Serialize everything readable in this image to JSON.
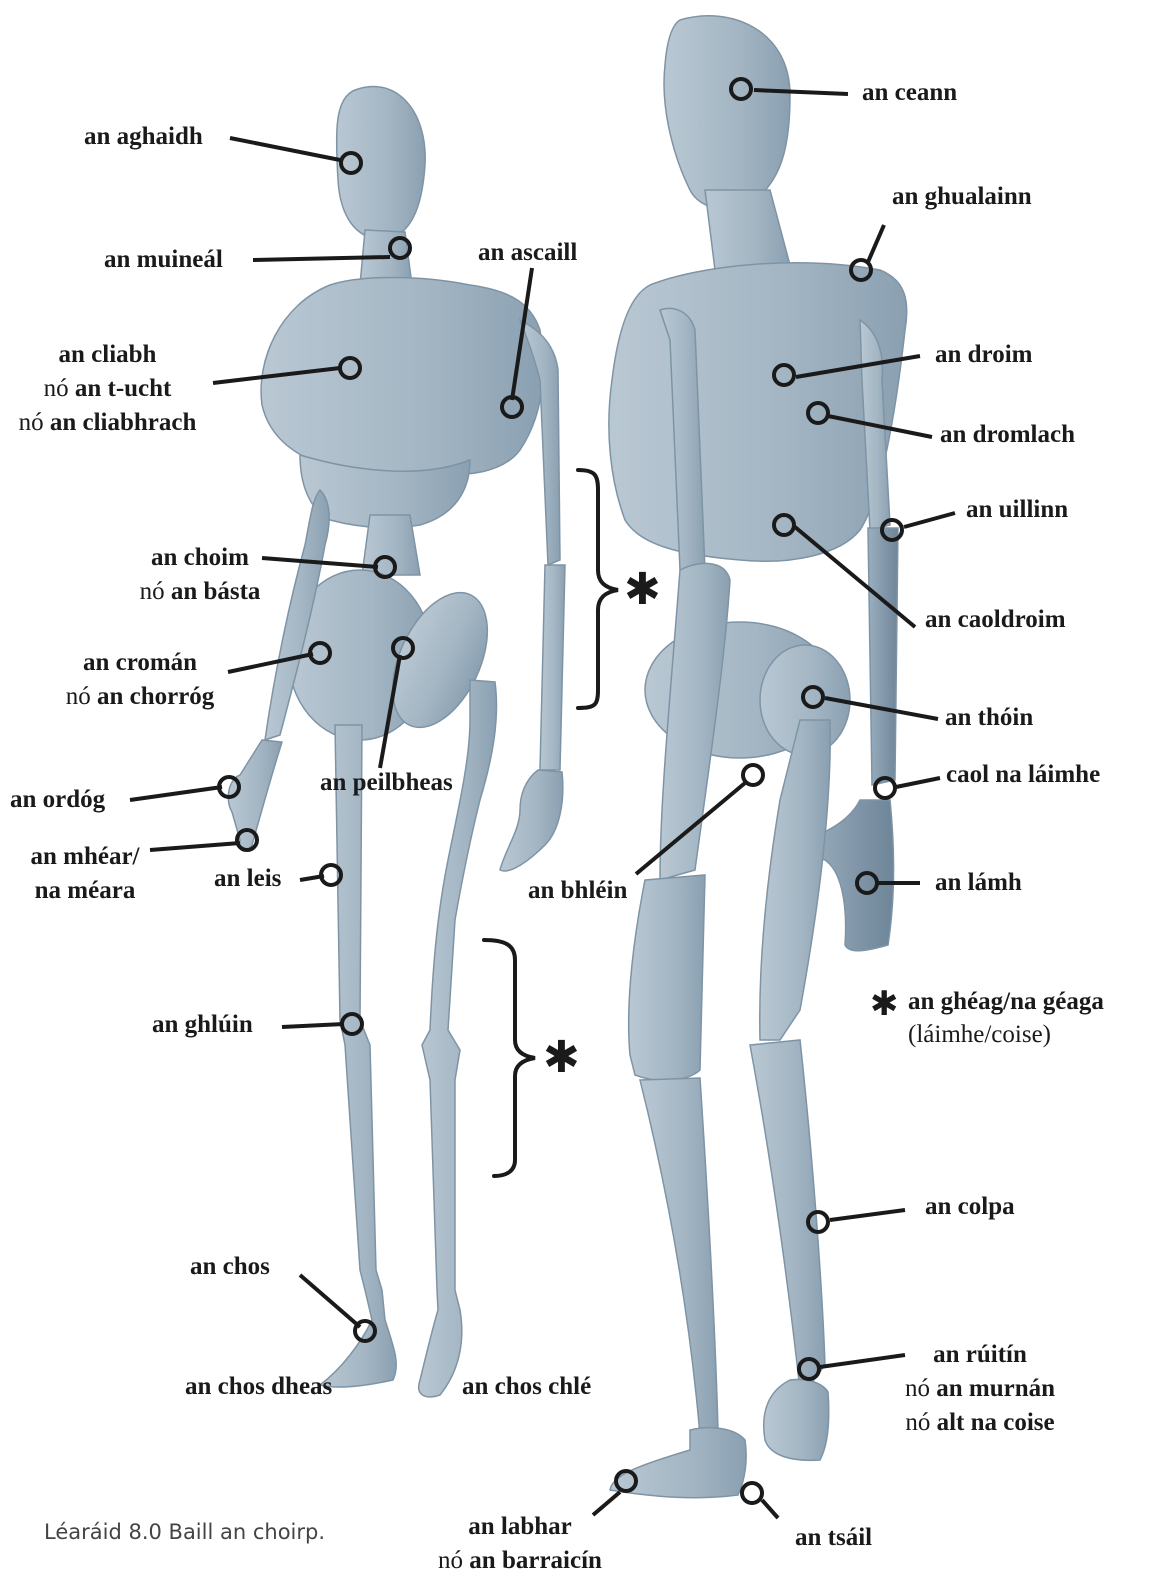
{
  "labels": {
    "aghaidh": "an aghaidh",
    "muineal": "an muineál",
    "cliabh": "an cliabh",
    "no1": "nó ",
    "tucht": "an t-ucht",
    "no2": "nó ",
    "cliabhrach": "an cliabhrach",
    "ascaill": "an ascaill",
    "choim": "an choim",
    "no3": "nó ",
    "basta": "an básta",
    "croman": "an cromán",
    "no4": "nó ",
    "chorrog": "an chorróg",
    "peilbheas": "an peilbheas",
    "ordog": "an ordóg",
    "mhear": "an mhéar/",
    "meara": "na méara",
    "leis": "an leis",
    "ghluin": "an ghlúin",
    "chos": "an chos",
    "chos_dheas": "an chos dheas",
    "chos_chle": "an chos chlé",
    "ceann": "an ceann",
    "ghualainn": "an ghualainn",
    "droim": "an droim",
    "dromlach": "an dromlach",
    "uillinn": "an uillinn",
    "caoldroim": "an caoldroim",
    "thoin": "an thóin",
    "caol": "caol na láimhe",
    "bhlein": "an bhléin",
    "lamh": "an lámh",
    "colpa": "an colpa",
    "ruitin": "an rúitín",
    "no5": "nó ",
    "murnan": "an murnán",
    "no6": "nó ",
    "alt": "alt na coise",
    "labhar": "an labhar",
    "no7": "nó ",
    "barraicin": "an barraicín",
    "tsail": "an tsáil"
  },
  "legend": {
    "symbol": "✱",
    "line1": "an ghéag/na géaga",
    "line2": "(láimhe/coise)"
  },
  "caption": "Léaráid 8.0 Baill an choirp.",
  "colors": {
    "figure_fill": "#a9b9c6",
    "figure_shade": "#8197a8",
    "leader_line": "#1a1a1a"
  }
}
